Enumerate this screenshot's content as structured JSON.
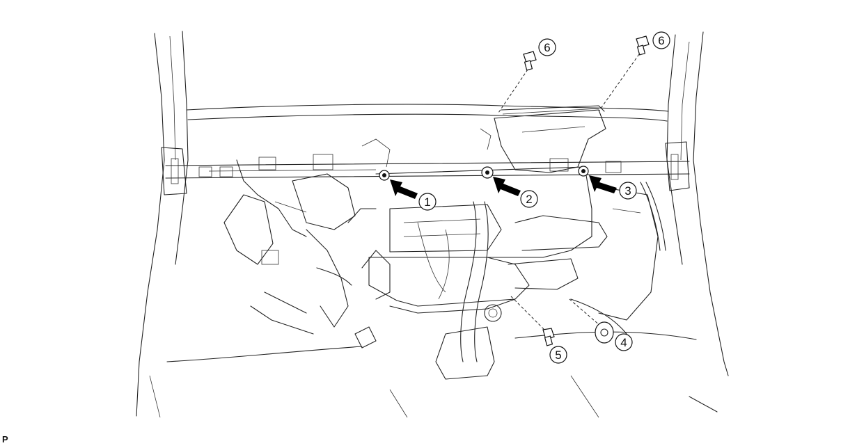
{
  "figure": {
    "code": "P"
  },
  "callouts": [
    {
      "id": "c1",
      "label": "1",
      "kind": "arrow-bolt"
    },
    {
      "id": "c2",
      "label": "2",
      "kind": "arrow-bolt"
    },
    {
      "id": "c3",
      "label": "3",
      "kind": "arrow-bolt"
    },
    {
      "id": "c4",
      "label": "4",
      "kind": "clip"
    },
    {
      "id": "c5",
      "label": "5",
      "kind": "screw"
    },
    {
      "id": "c6a",
      "label": "6",
      "kind": "bolt"
    },
    {
      "id": "c6b",
      "label": "6",
      "kind": "bolt"
    }
  ],
  "colors": {
    "line": "#222222",
    "arrow": "#000000",
    "background": "#ffffff"
  }
}
